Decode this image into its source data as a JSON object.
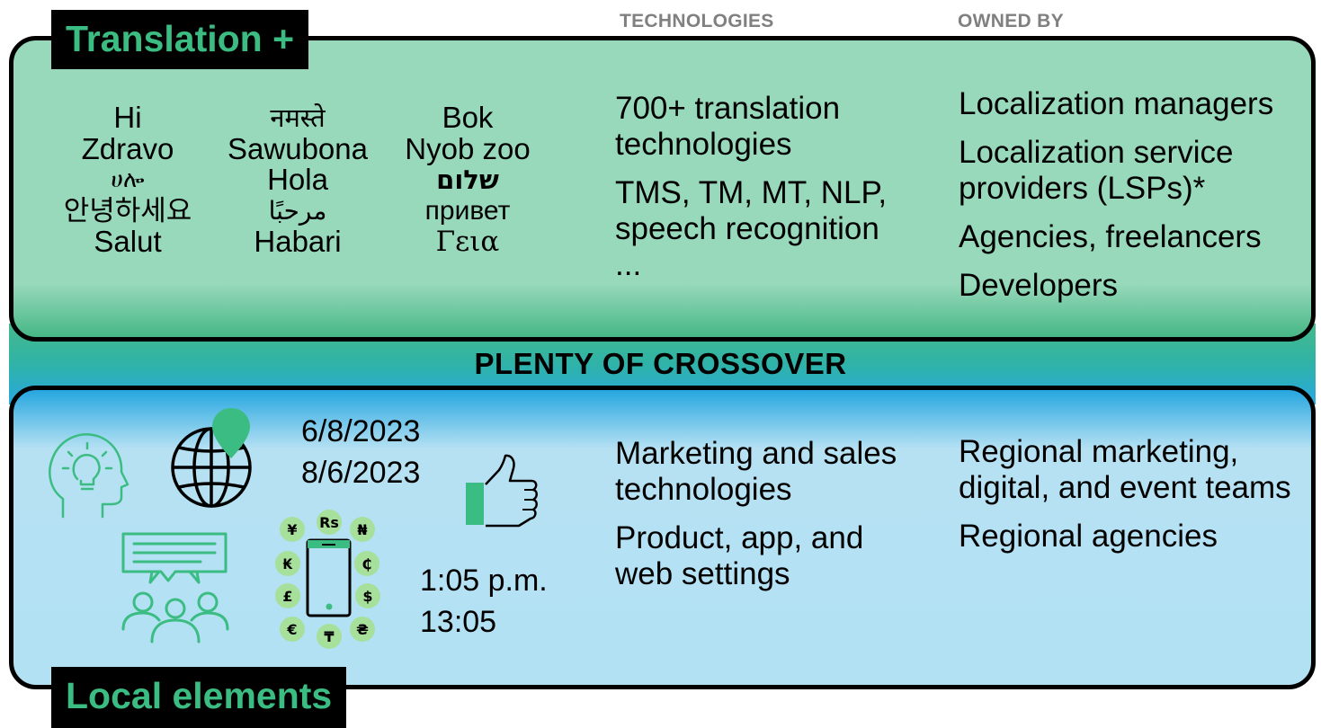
{
  "headers": {
    "technologies": "TECHNOLOGIES",
    "owned_by": "OWNED BY"
  },
  "top": {
    "title": "Translation +",
    "greetings": [
      [
        "Hi",
        "Zdravo",
        "ሀሎ",
        "안녕하세요",
        "Salut"
      ],
      [
        "नमस्ते",
        "Sawubona",
        "Hola",
        "مرحبًا",
        "Habari"
      ],
      [
        "Bok",
        "Nyob zoo",
        "שלום",
        "привет",
        "Γεια"
      ]
    ],
    "technologies": [
      "700+ translation technologies",
      "TMS, TM, MT, NLP, speech recognition ..."
    ],
    "owned_by": [
      "Localization managers",
      "Localization service providers (LSPs)*",
      "Agencies, freelancers",
      "Developers"
    ]
  },
  "crossover": "PLENTY OF CROSSOVER",
  "bottom": {
    "title": "Local elements",
    "dates": [
      "6/8/2023",
      "8/6/2023"
    ],
    "times": [
      "1:05 p.m.",
      "13:05"
    ],
    "currencies": [
      "Rs",
      "₦",
      "₵",
      "$",
      "₴",
      "₸",
      "€",
      "£",
      "₭",
      "¥"
    ],
    "technologies": [
      "Marketing and sales technologies",
      "Product, app, and web settings"
    ],
    "owned_by": [
      "Regional marketing, digital, and event teams",
      "Regional agencies"
    ],
    "icons": [
      "lightbulb-head-icon",
      "globe-location-icon",
      "chat-group-icon",
      "phone-currency-icon",
      "thumbs-up-icon"
    ]
  },
  "colors": {
    "accent_green": "#3bbc82",
    "top_panel": "#98d9bb",
    "bottom_panel": "#b2e1f4",
    "label_bg": "#000000"
  }
}
